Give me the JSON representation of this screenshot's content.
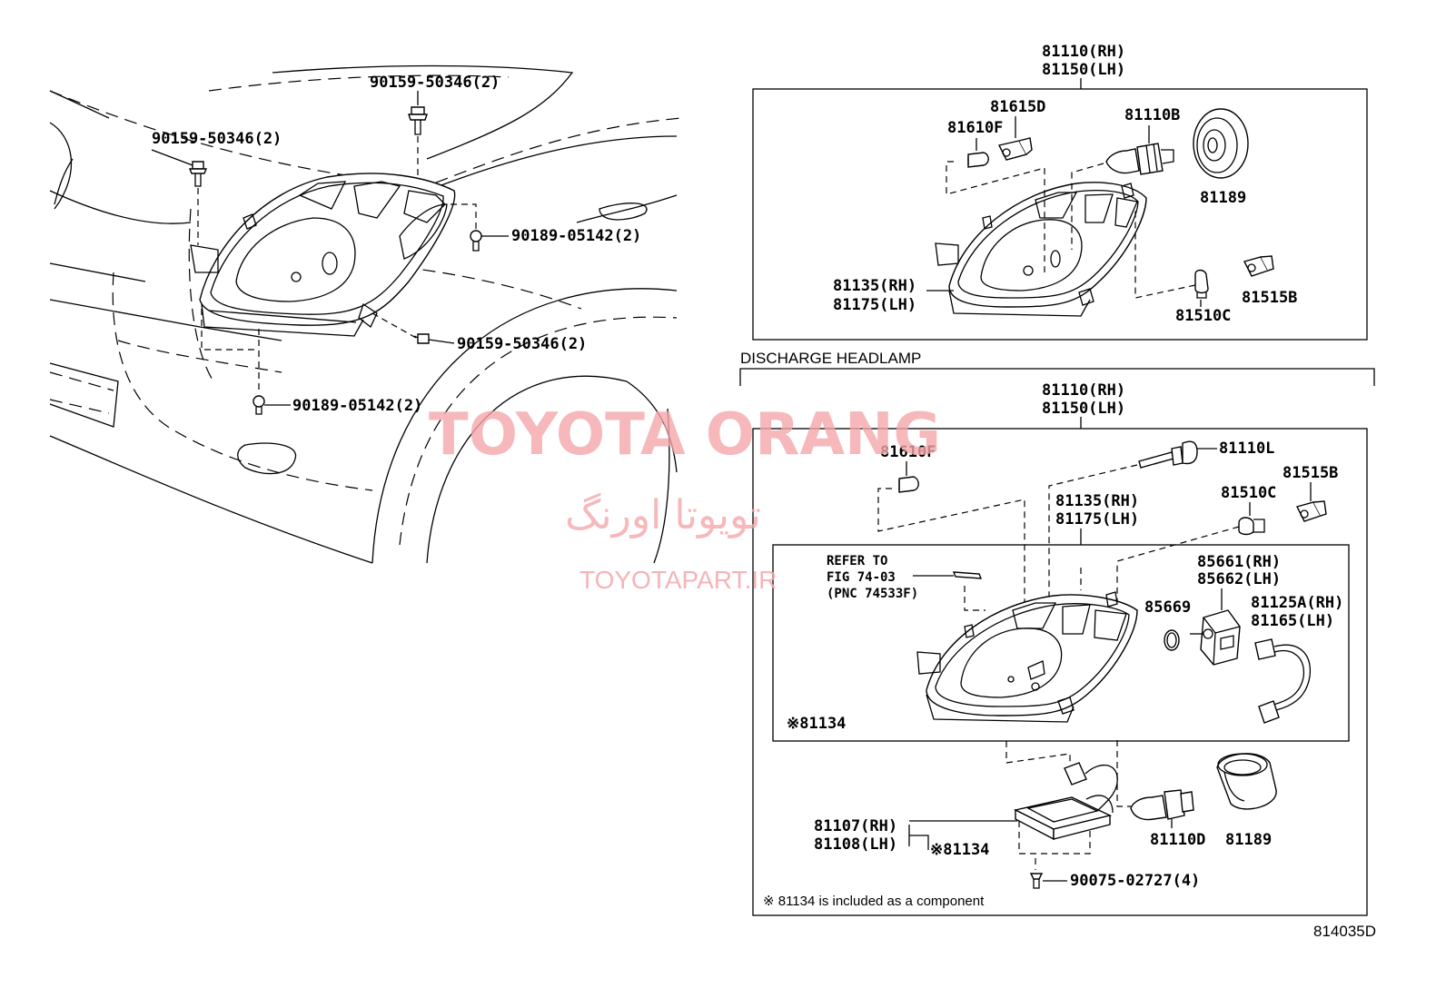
{
  "diagram_id": "814035D",
  "vehicle_labels": {
    "bolt_top": "90159-50346(2)",
    "bolt_left": "90159-50346(2)",
    "screw_right": "90189-05142(2)",
    "bolt_bottom_right": "90159-50346(2)",
    "screw_bottom": "90189-05142(2)"
  },
  "halogen_box": {
    "assembly": [
      "81110(RH)",
      "81150(LH)"
    ],
    "parts": {
      "p81615D": "81615D",
      "p81610F": "81610F",
      "p81110B": "81110B",
      "p81189": "81189",
      "p81135": [
        "81135(RH)",
        "81175(LH)"
      ],
      "p81510C": "81510C",
      "p81515B": "81515B"
    }
  },
  "discharge_box": {
    "title": "DISCHARGE HEADLAMP",
    "assembly": [
      "81110(RH)",
      "81150(LH)"
    ],
    "parts": {
      "p81610F": "81610F",
      "p81110L": "81110L",
      "p81515B": "81515B",
      "p81510C": "81510C",
      "p81135": [
        "81135(RH)",
        "81175(LH)"
      ],
      "refer": [
        "REFER TO",
        "FIG 74-03",
        "(PNC 74533F)"
      ],
      "p85669": "85669",
      "p85661": [
        "85661(RH)",
        "85662(LH)"
      ],
      "p81125A": [
        "81125A(RH)",
        "81165(LH)"
      ],
      "p81134_inner": "※81134",
      "p81107": [
        "81107(RH)",
        "81108(LH)"
      ],
      "p81134_ballast": "※81134",
      "p90075": "90075-02727(4)",
      "p81110D": "81110D",
      "p81189": "81189"
    },
    "footnote": "※ 81134 is included as a component"
  },
  "watermark": {
    "brand": "TOYOTA ORANG",
    "brand_fa": "تویوتا اورنگ",
    "site": "TOYOTAPART.IR",
    "color": "#f4a7ab"
  }
}
